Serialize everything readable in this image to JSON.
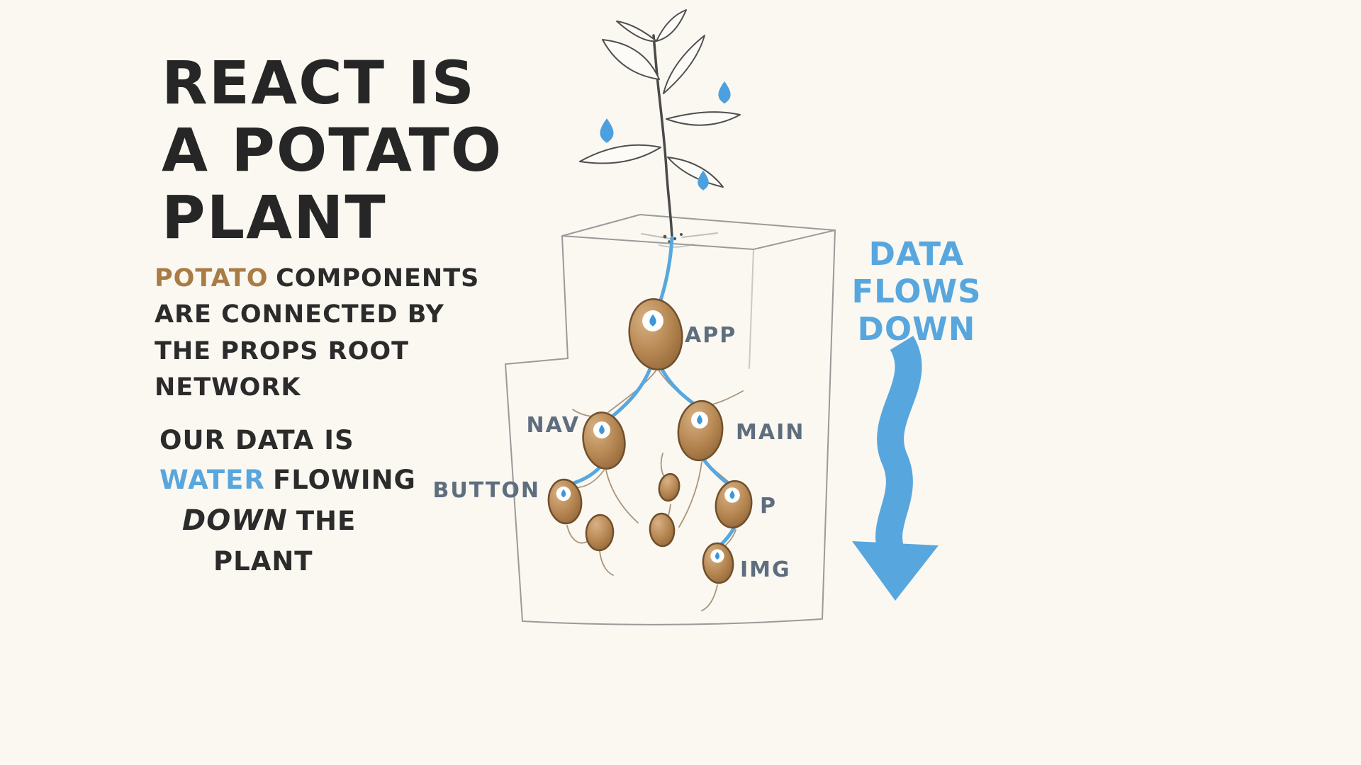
{
  "page": {
    "background": "#faf8f1"
  },
  "title": {
    "lines": [
      "REACT IS",
      "A POTATO",
      "PLANT"
    ]
  },
  "intro": {
    "potato_word": "POTATO",
    "line1_rest": "COMPONENTS",
    "line2": "ARE CONNECTED BY",
    "line3": "THE PROPS ROOT",
    "line4": "NETWORK"
  },
  "data_flow_text": {
    "line1": "OUR DATA IS",
    "water_word": "WATER",
    "line2_rest": "FLOWING",
    "down_word": "DOWN",
    "line3_rest": "THE",
    "line4": "PLANT"
  },
  "flow_label": {
    "lines": [
      "DATA",
      "FLOWS",
      "DOWN"
    ]
  },
  "diagram": {
    "nodes": [
      {
        "id": "app",
        "label": "APP"
      },
      {
        "id": "nav",
        "label": "NAV"
      },
      {
        "id": "main",
        "label": "MAIN"
      },
      {
        "id": "button",
        "label": "BUTTON"
      },
      {
        "id": "p",
        "label": "P"
      },
      {
        "id": "img",
        "label": "IMG"
      }
    ]
  },
  "colors": {
    "ink": "#2b2b2b",
    "potato_brown": "#a97c45",
    "water_blue": "#58a6de",
    "label_gray": "#5f6e7e"
  }
}
